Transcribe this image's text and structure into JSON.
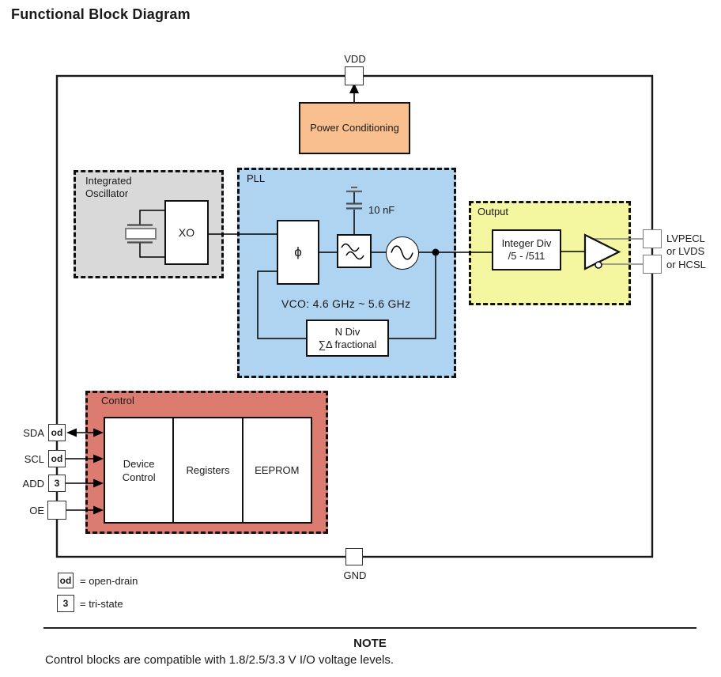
{
  "title": "Functional Block Diagram",
  "diagram": {
    "pins": {
      "vdd": {
        "label": "VDD"
      },
      "gnd": {
        "label": "GND"
      },
      "sda": {
        "label": "SDA",
        "tag": "od"
      },
      "scl": {
        "label": "SCL",
        "tag": "od"
      },
      "add": {
        "label": "ADD",
        "tag": "3"
      },
      "oe": {
        "label": "OE"
      },
      "output": {
        "lines": [
          "LVPECL",
          "or LVDS",
          "or HCSL"
        ]
      }
    },
    "blocks": {
      "power": {
        "label": "Power Conditioning"
      },
      "oscillator": {
        "region_label_lines": [
          "Integrated",
          "Oscillator"
        ],
        "xo_label": "XO"
      },
      "pll": {
        "region_label": "PLL",
        "phase_detector": "ϕ",
        "cap_value": "10 nF",
        "vco_range": "VCO: 4.6 GHz ~ 5.6 GHz",
        "ndiv_lines": [
          "N Div",
          "∑Δ fractional"
        ]
      },
      "output": {
        "region_label": "Output",
        "divider_lines": [
          "Integer Div",
          "/5 - /511"
        ]
      },
      "control": {
        "region_label": "Control",
        "cells": [
          [
            "Device",
            "Control"
          ],
          [
            "Registers"
          ],
          [
            "EEPROM"
          ]
        ]
      }
    }
  },
  "legend": [
    {
      "symbol": "od",
      "meaning": "= open-drain"
    },
    {
      "symbol": "3",
      "meaning": "= tri-state"
    }
  ],
  "note": {
    "heading": "NOTE",
    "body": "Control blocks are compatible with 1.8/2.5/3.3 V I/O voltage levels."
  },
  "colors": {
    "pll_fill": "#AED4F2",
    "osc_fill": "#D9D9D9",
    "output_fill": "#F5F6A0",
    "control_fill": "#DC7B6F",
    "power_fill": "#FABF8F",
    "wire": "#000000",
    "gray_wire": "#808080"
  }
}
